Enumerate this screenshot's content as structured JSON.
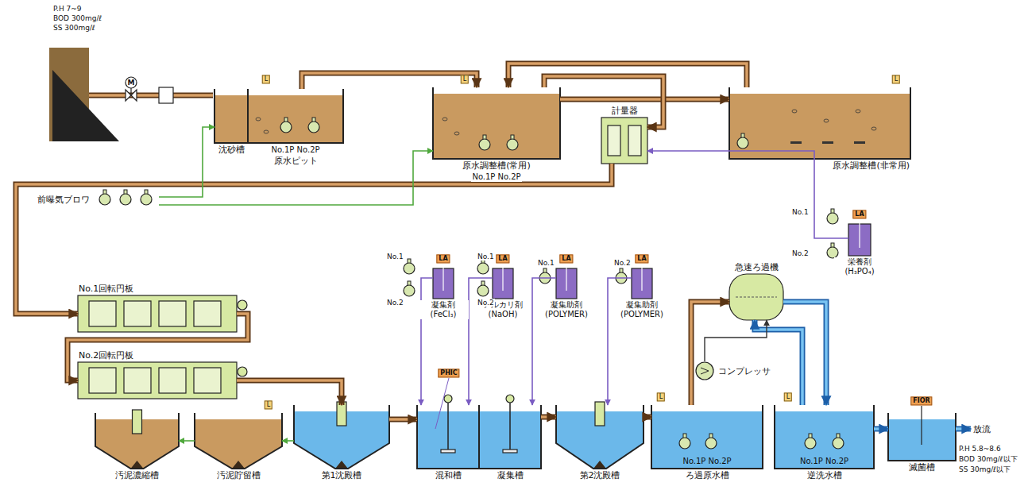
{
  "diagram": {
    "nodes": [
      {
        "text": [
          "沈砂槽"
        ]
      },
      {
        "text": [
          "No.1P No.2P",
          "原水ピット"
        ]
      },
      {
        "text": [
          "原水調整槽(常用)",
          "No.1P No.2P"
        ]
      },
      {
        "text": [
          "計量器"
        ]
      },
      {
        "text": [
          "原水調整槽(非常用)"
        ]
      },
      {
        "text": [
          "前曝気ブロワ"
        ]
      },
      {
        "text": [
          "No.1回転円板"
        ]
      },
      {
        "text": [
          "No.2回転円板"
        ]
      },
      {
        "text": [
          "栄養剤 (H₃PO₄)"
        ]
      },
      {
        "text": [
          "凝集剤 (FeCl₃)"
        ]
      },
      {
        "text": [
          "アルカリ剤 (NaOH)"
        ]
      },
      {
        "text": [
          "凝集助剤 (POLYMER)"
        ]
      },
      {
        "text": [
          "凝集助剤 (POLYMER)"
        ]
      },
      {
        "text": [
          "急速ろ過機"
        ]
      },
      {
        "text": [
          "汚泥濃縮槽"
        ]
      },
      {
        "text": [
          "汚泥貯留槽"
        ]
      },
      {
        "text": [
          "第1沈殿槽"
        ]
      },
      {
        "text": [
          "混和槽"
        ]
      },
      {
        "text": [
          "凝集槽"
        ]
      },
      {
        "text": [
          "第2沈殿槽"
        ]
      },
      {
        "text": [
          "No.1P No.2P",
          "ろ過原水槽"
        ]
      },
      {
        "text": [
          "No.1P No.2P",
          "逆洗水槽"
        ]
      },
      {
        "text": [
          "滅菌槽"
        ]
      },
      {
        "text": [
          "放流"
        ]
      },
      {
        "text": [
          "コンプレッサ"
        ]
      }
    ],
    "edges": [
      {
        "from": 1,
        "to": 2,
        "arrow": "to"
      },
      {
        "from": 2,
        "to": 4,
        "arrow": "to"
      },
      {
        "from": 4,
        "to": 2,
        "arrow": "to"
      },
      {
        "from": 2,
        "to": 3,
        "arrow": "to"
      },
      {
        "from": 3,
        "to": 6,
        "arrow": "to"
      },
      {
        "from": 6,
        "to": 7,
        "arrow": "to"
      },
      {
        "from": 7,
        "to": 16,
        "arrow": "to"
      },
      {
        "from": 16,
        "to": 17,
        "arrow": "to"
      },
      {
        "from": 18,
        "to": 19,
        "arrow": "to"
      },
      {
        "from": 19,
        "to": 20,
        "arrow": "to"
      },
      {
        "from": 20,
        "to": 13,
        "arrow": "to"
      },
      {
        "from": 13,
        "to": 21,
        "arrow": "to"
      },
      {
        "from": 21,
        "to": 13,
        "arrow": "to"
      },
      {
        "from": 21,
        "to": 22,
        "arrow": "to"
      },
      {
        "from": 22,
        "to": 23,
        "arrow": "to"
      },
      {
        "from": 24,
        "to": 13,
        "arrow": "to"
      },
      {
        "from": 16,
        "to": 15,
        "arrow": "to"
      },
      {
        "from": 15,
        "to": 14,
        "arrow": "to"
      },
      {
        "from": 9,
        "to": 17,
        "arrow": "to"
      },
      {
        "from": 10,
        "to": 17,
        "arrow": "to"
      },
      {
        "from": 11,
        "to": 18,
        "arrow": "to"
      },
      {
        "from": 12,
        "to": 19,
        "arrow": "to"
      },
      {
        "from": 8,
        "to": 3,
        "arrow": "to"
      },
      {
        "from": 5,
        "to": 0,
        "arrow": "to"
      },
      {
        "from": 5,
        "to": 2,
        "arrow": "to"
      }
    ],
    "labels": [
      "P.H 7~9",
      "BOD 300mg/ℓ",
      "SS 300mg/ℓ",
      "M",
      "L",
      "L",
      "L",
      "L",
      "L",
      "L",
      "No.1",
      "No.2",
      "No.1",
      "No.2",
      "No.1",
      "No.2",
      "No.1",
      "No.2",
      "LA",
      "LA",
      "LA",
      "LA",
      "LA",
      "PHIC",
      "FIOR",
      "P.H 5.8~8.6",
      "BOD 30mg/ℓ以下",
      "SS 30mg/ℓ以下"
    ]
  }
}
